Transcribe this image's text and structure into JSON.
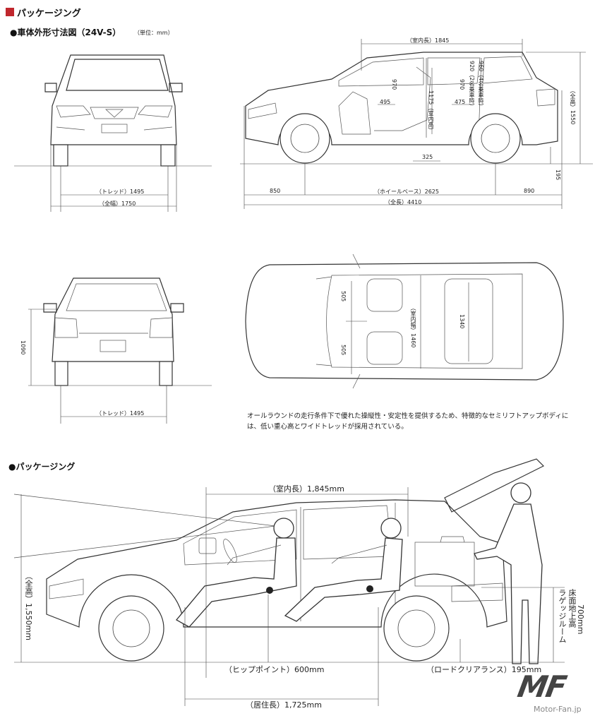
{
  "header": {
    "section_title": "パッケージング",
    "subtitle": "●車体外形寸法図（24V-S）",
    "unit": "（単位：mm）",
    "accent_color": "#c0272d"
  },
  "front_view": {
    "tread": "（トレッド）1495",
    "width": "（全幅）1750"
  },
  "side_view": {
    "interior_length": "（室内長）1845",
    "height": "（全高）1550",
    "overhang_front": "850",
    "wheelbase": "（ホイールベース）2625",
    "overhang_rear": "890",
    "overall_length": "（全長）4410",
    "ground_clearance": "195",
    "seat_gap": "325",
    "d970a": "970",
    "d970b": "970",
    "d495": "495",
    "d475": "475",
    "interior_height": "1175（室内高）",
    "note_a": "920（2名乗車時）",
    "note_b": "960（4名乗車時）"
  },
  "rear_view": {
    "height": "1090",
    "tread": "（トレッド）1495"
  },
  "top_view": {
    "d505a": "505",
    "d505b": "505",
    "interior_width": "（室内幅）1460",
    "d1340": "1340"
  },
  "caption": "オールラウンドの走行条件下で優れた操縦性・安定性を提供するため、特徴的なセミリフトアップボディには、低い重心高とワイドトレッドが採用されている。",
  "packaging": {
    "title": "●パッケージング",
    "interior_length": "（室内長）1,845mm",
    "height": "（全高）1,550mm",
    "hip_point": "（ヒップポイント）600mm",
    "ground_clearance": "（ロードクリアランス）195mm",
    "living_length": "（居住長）1,725mm",
    "luggage_a": "ラゲッジルーム",
    "luggage_b": "床面地上高",
    "luggage_c": "700mm"
  },
  "watermark": {
    "logo": "MF",
    "site": "Motor-Fan.jp"
  }
}
